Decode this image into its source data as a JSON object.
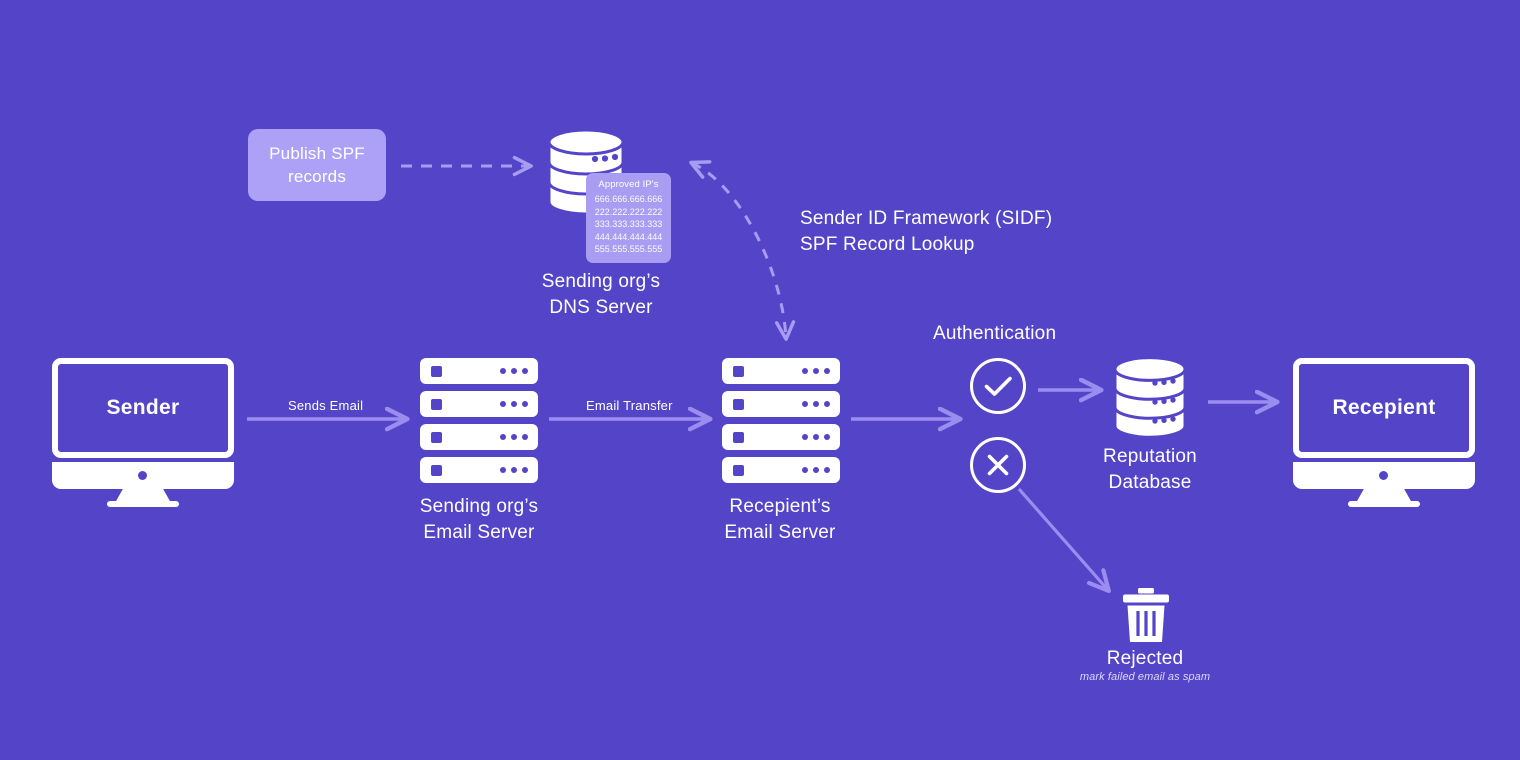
{
  "diagram": {
    "title": "Sender ID Framework / SPF email authentication flow",
    "background_color": "#5444c8",
    "accent_color": "#ada1f7",
    "arrow_color": "#9b8df0",
    "icon_color": "#ffffff"
  },
  "publish_box": {
    "label": "Publish SPF records"
  },
  "dns_server": {
    "caption_line1": "Sending org’s",
    "caption_line2": "DNS Server",
    "ip_card": {
      "title": "Approved IP's",
      "ips": [
        "666.666.666.666",
        "222.222.222.222",
        "333.333.333.333",
        "444.444.444.444",
        "555.555.555.555"
      ]
    }
  },
  "lookup_label": {
    "line1": "Sender ID Framework (SIDF)",
    "line2": "SPF Record Lookup"
  },
  "sender": {
    "screen_label": "Sender"
  },
  "recipient": {
    "screen_label": "Recepient"
  },
  "sending_server": {
    "caption_line1": "Sending org’s",
    "caption_line2": "Email Server"
  },
  "recipient_server": {
    "caption_line1": "Recepient’s",
    "caption_line2": "Email Server"
  },
  "authentication": {
    "label": "Authentication",
    "pass_icon": "check-circle-icon",
    "fail_icon": "x-circle-icon"
  },
  "reputation_database": {
    "caption_line1": "Reputation",
    "caption_line2": "Database"
  },
  "rejected": {
    "label": "Rejected",
    "note": "mark failed email as spam",
    "icon": "trash-icon"
  },
  "arrows": [
    {
      "name": "publish-spf-arrow",
      "label": "",
      "style": "dashed"
    },
    {
      "name": "sends-email-arrow",
      "label": "Sends Email",
      "style": "solid"
    },
    {
      "name": "email-transfer-arrow",
      "label": "Email Transfer",
      "style": "solid"
    },
    {
      "name": "to-authentication-arrow",
      "label": "",
      "style": "solid"
    },
    {
      "name": "pass-to-reputation-arrow",
      "label": "",
      "style": "solid"
    },
    {
      "name": "reputation-to-recipient-arrow",
      "label": "",
      "style": "solid"
    },
    {
      "name": "fail-to-rejected-arrow",
      "label": "",
      "style": "solid"
    },
    {
      "name": "spf-lookup-arrow",
      "label": "",
      "style": "dashed-curved"
    }
  ]
}
